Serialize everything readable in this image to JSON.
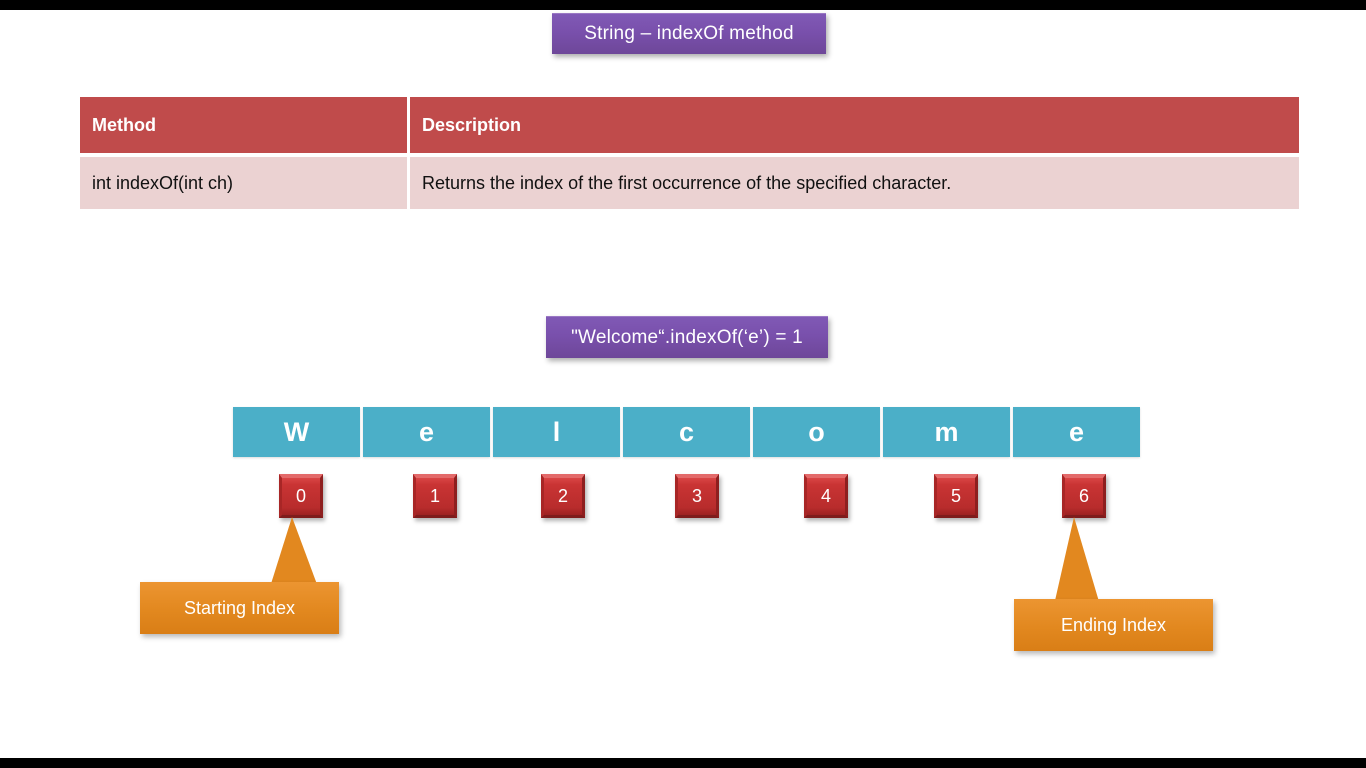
{
  "slide": {
    "title": "String – indexOf method",
    "expression": "\"Welcome“.indexOf(‘e’) = 1"
  },
  "table": {
    "headers": [
      "Method",
      "Description"
    ],
    "rows": [
      {
        "method": "int indexOf(int ch)",
        "description": "Returns the index of the first occurrence of the specified character."
      }
    ]
  },
  "string_diagram": {
    "word": "Welcome",
    "letters": [
      "W",
      "e",
      "l",
      "c",
      "o",
      "m",
      "e"
    ],
    "indices": [
      "0",
      "1",
      "2",
      "3",
      "4",
      "5",
      "6"
    ],
    "callouts": {
      "start": "Starting Index",
      "end": "Ending Index"
    }
  },
  "colors": {
    "banner_purple": "#7950ac",
    "table_header_red": "#c04b4b",
    "table_row_pink": "#ebd2d2",
    "letter_teal": "#4bafc8",
    "badge_red": "#c93434",
    "callout_orange": "#e2881f",
    "letterbox_black": "#000000"
  }
}
